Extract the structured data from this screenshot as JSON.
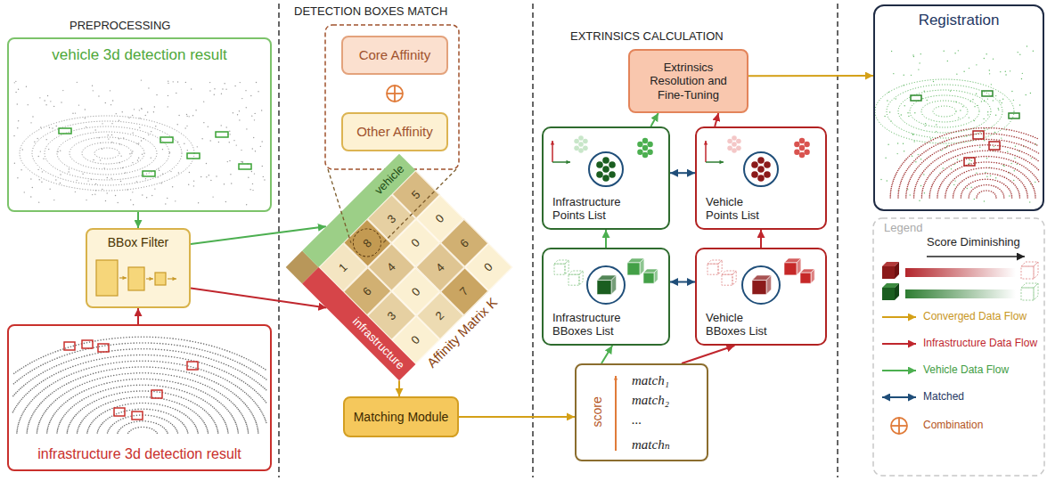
{
  "diagram": {
    "nodes": [
      {
        "text": [
          "vehicle 3d detection result"
        ]
      },
      {
        "text": [
          "BBox Filter"
        ]
      },
      {
        "text": [
          "infrastructure 3d detection result"
        ]
      },
      {
        "text": [
          "Core Affinity"
        ]
      },
      {
        "text": [
          "Other Affinity"
        ]
      },
      {
        "text": [
          "Affinity Matrix K"
        ]
      },
      {
        "text": [
          "vehicle"
        ],
        "in": 5
      },
      {
        "text": [
          "infrastructure"
        ],
        "in": 5
      },
      {
        "text": [
          "Matching Module"
        ]
      },
      {
        "text": [
          "Extrinsics Resolution and Fine-Tuning"
        ]
      },
      {
        "text": [
          "Infrastructure Points List"
        ]
      },
      {
        "text": [
          "Vehicle Points List"
        ]
      },
      {
        "text": [
          "Infrastructure BBoxes List"
        ]
      },
      {
        "text": [
          "Vehicle BBoxes List"
        ]
      },
      {
        "text": [
          "score",
          "match₁",
          "match₂",
          "...",
          "matchₙ"
        ]
      },
      {
        "text": [
          "Registration"
        ]
      }
    ],
    "edges": [
      {
        "from": 0,
        "to": 1,
        "arrow": "to"
      },
      {
        "from": 2,
        "to": 1,
        "arrow": "to"
      },
      {
        "from": 1,
        "to": 6,
        "arrow": "to"
      },
      {
        "from": 1,
        "to": 7,
        "arrow": "to"
      },
      {
        "from": 5,
        "to": 8,
        "arrow": "to"
      },
      {
        "from": 8,
        "to": 14,
        "arrow": "to"
      },
      {
        "from": 14,
        "to": 12,
        "arrow": "to"
      },
      {
        "from": 14,
        "to": 13,
        "arrow": "to"
      },
      {
        "from": 12,
        "to": 13,
        "arrow": "both"
      },
      {
        "from": 12,
        "to": 10,
        "arrow": "to"
      },
      {
        "from": 13,
        "to": 11,
        "arrow": "to"
      },
      {
        "from": 10,
        "to": 11,
        "arrow": "both"
      },
      {
        "from": 10,
        "to": 9,
        "arrow": "to"
      },
      {
        "from": 11,
        "to": 9,
        "arrow": "to"
      },
      {
        "from": 9,
        "to": 15,
        "arrow": "to"
      }
    ],
    "labels": [
      "PREPROCESSING",
      "DETECTION BOXES MATCH",
      "EXTRINSICS CALCULATION",
      "1",
      "8",
      "3",
      "5",
      "6",
      "4",
      "0",
      "0",
      "3",
      "0",
      "4",
      "6",
      "0",
      "2",
      "7",
      "0",
      "Legend"
    ],
    "legend": [
      {
        "text": "Score Diminishing"
      },
      {
        "text": "Converged Data Flow"
      },
      {
        "text": "Infrastructure Data Flow"
      },
      {
        "text": "Vehicle Data Flow"
      },
      {
        "text": "Matched"
      },
      {
        "text": "Combination"
      }
    ]
  }
}
